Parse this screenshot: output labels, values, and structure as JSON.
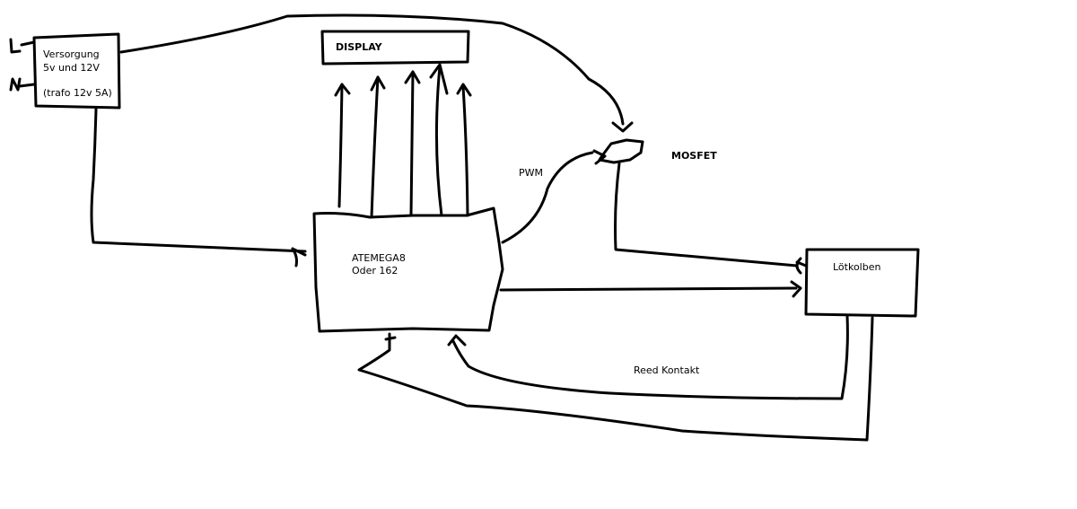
{
  "diagram": {
    "colors": {
      "ink": "#000000",
      "background": "#ffffff"
    },
    "power_supply": {
      "line1": "Versorgung",
      "line2": "5v und 12V",
      "line3": "(trafo 12v 5A)",
      "input_L": "L",
      "input_N": "N"
    },
    "display": {
      "label": "DISPLAY"
    },
    "mcu": {
      "line1": "ATEMEGA8",
      "line2": "Oder 162"
    },
    "mosfet": {
      "label": "MOSFET"
    },
    "pwm": {
      "label": "PWM"
    },
    "iron": {
      "label": "Lötkolben"
    },
    "reed": {
      "label": "Reed Kontakt"
    }
  }
}
